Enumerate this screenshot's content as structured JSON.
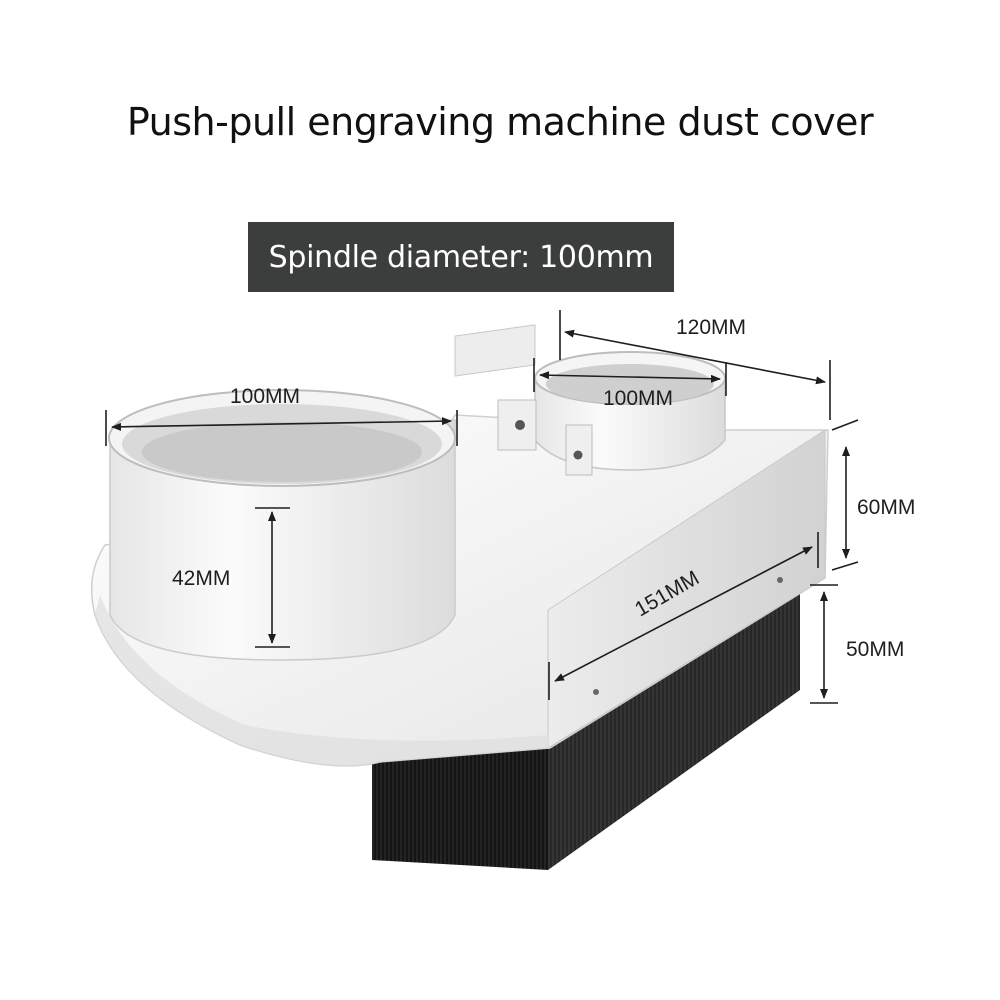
{
  "title": "Push-pull engraving machine dust  cover",
  "spec_badge": {
    "text": "Spindle diameter: 100mm",
    "background": "#3b3e3c"
  },
  "dimensions": {
    "spindle_ring_width": "120MM",
    "spindle_ring_diameter": "100MM",
    "outlet_diameter": "100MM",
    "outlet_height": "42MM",
    "body_height": "60MM",
    "brush_height": "50MM",
    "body_length": "151MM"
  },
  "colors": {
    "body": "#f3f3f3",
    "shadow": "#d6d6d6",
    "brush": "#161616",
    "dimension_line": "#1e1e1e"
  }
}
